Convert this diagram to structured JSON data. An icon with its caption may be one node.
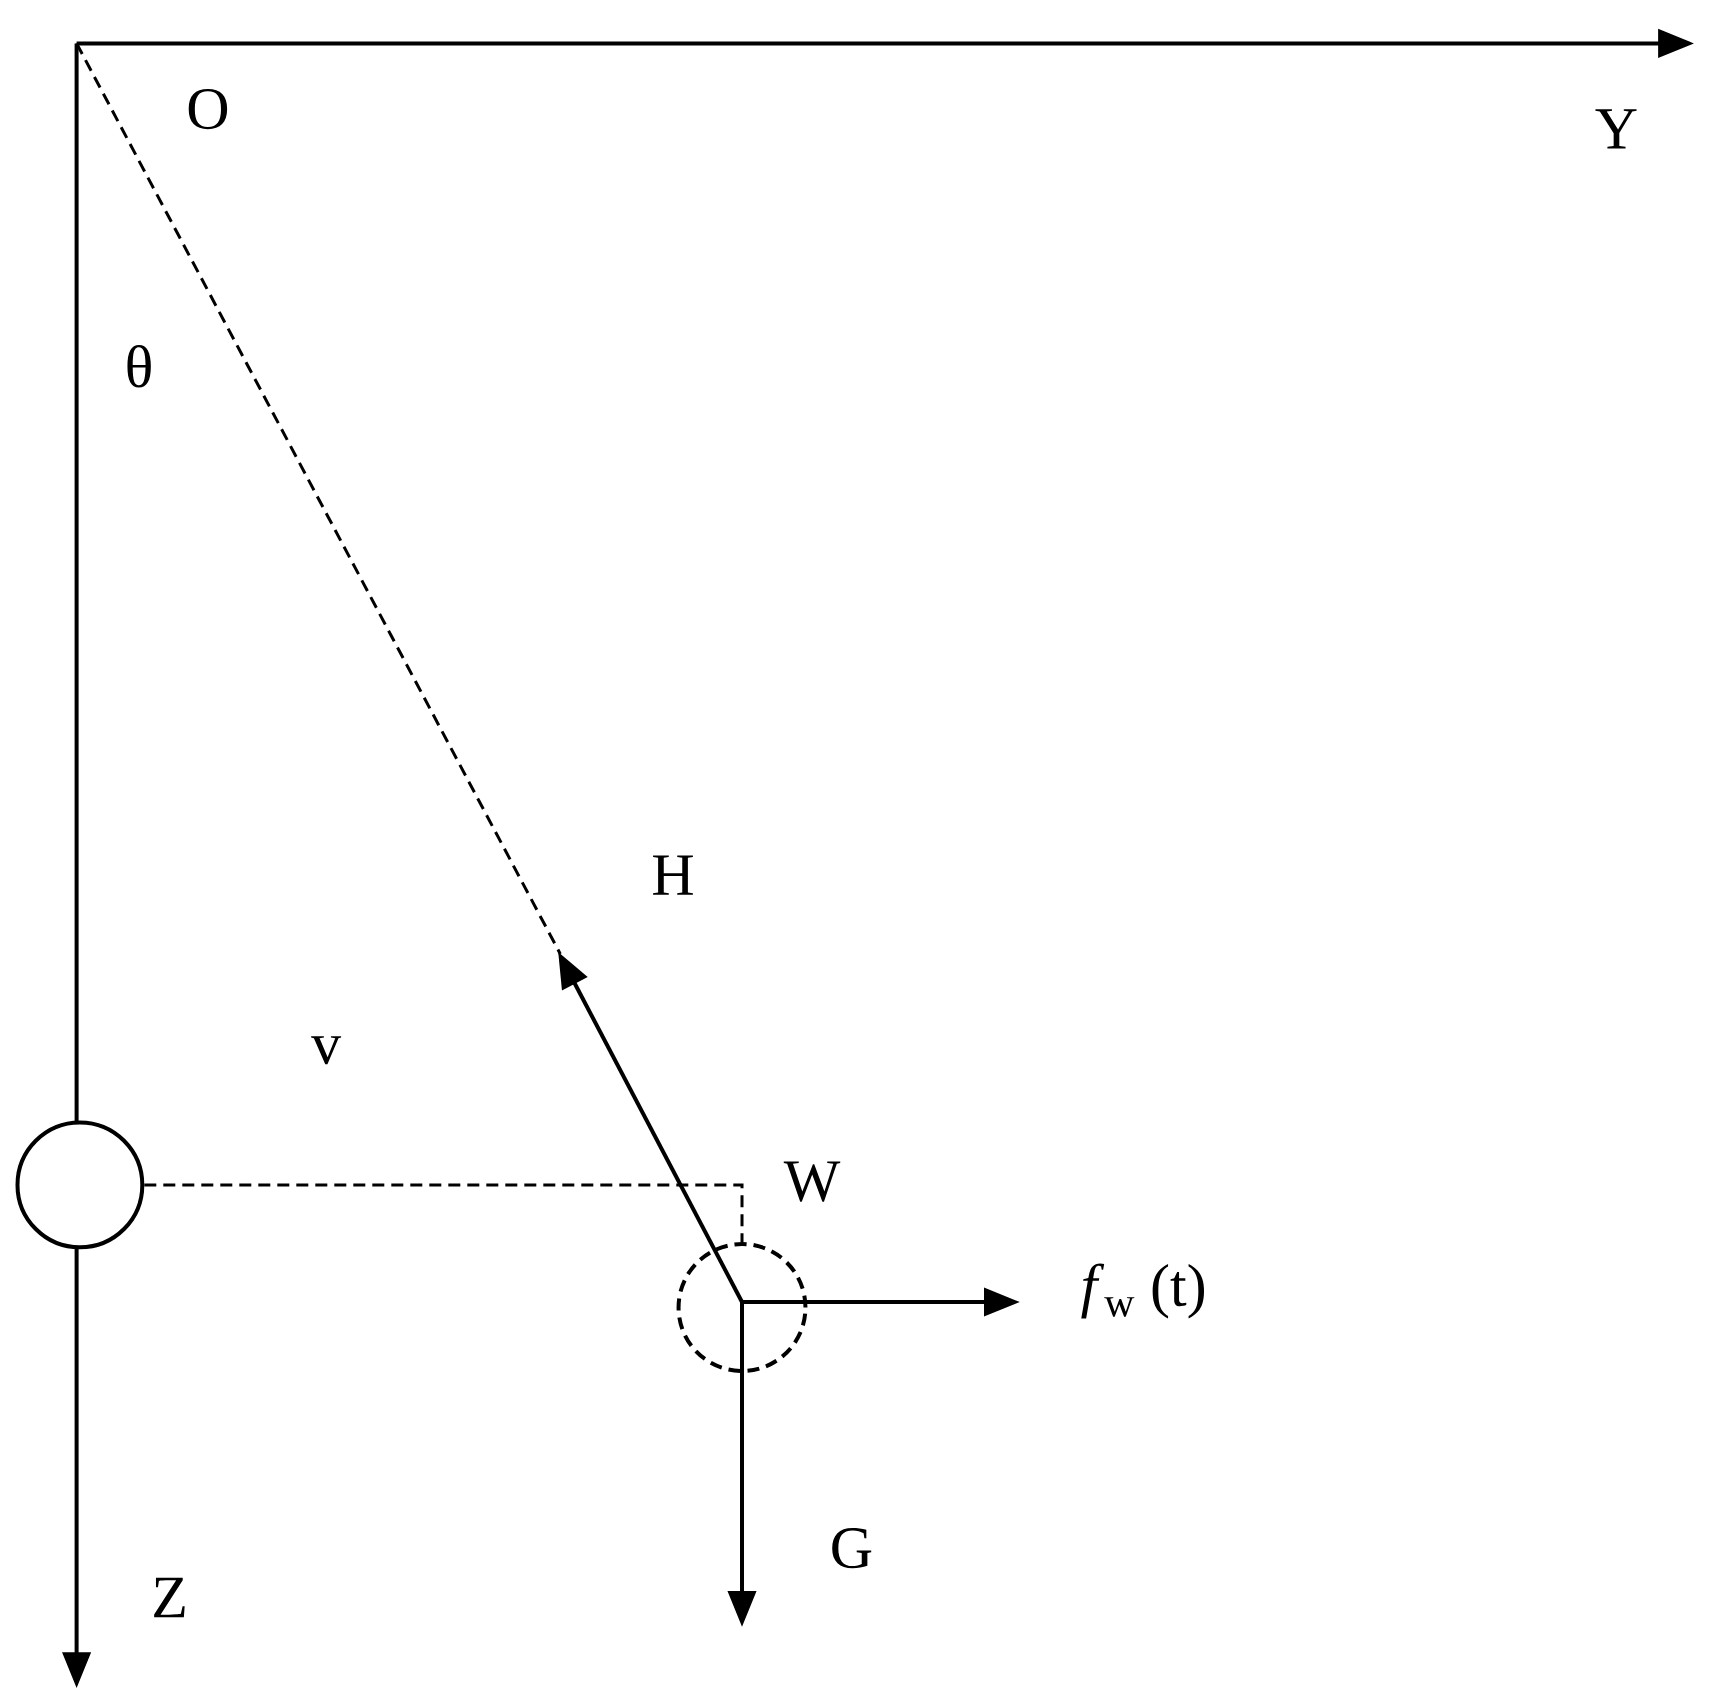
{
  "diagram": {
    "nodes": [
      {
        "text": [],
        "shape": "circle"
      },
      {
        "text": [],
        "shape": "circle"
      }
    ],
    "edges": [
      {
        "from": 0,
        "to": 1,
        "arrow": "none",
        "style": "dashed"
      }
    ],
    "labels": [
      "O",
      "Y",
      "θ",
      "H",
      "v",
      "W",
      "*f*$_{w}$ (t)",
      "G",
      "Z"
    ]
  }
}
